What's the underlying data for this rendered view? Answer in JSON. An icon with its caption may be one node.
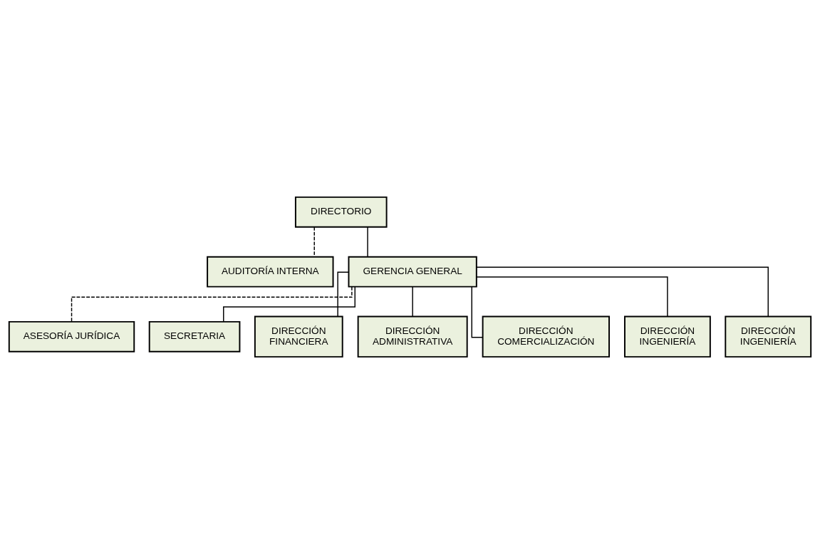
{
  "diagram": {
    "nodes": [
      {
        "text": [
          "DIRECTORIO"
        ]
      },
      {
        "text": [
          "AUDITORÍA INTERNA"
        ]
      },
      {
        "text": [
          "GERENCIA GENERAL"
        ]
      },
      {
        "text": [
          "ASESORÍA JURÍDICA"
        ]
      },
      {
        "text": [
          "SECRETARIA"
        ]
      },
      {
        "text": [
          "DIRECCIÓN FINANCIERA"
        ]
      },
      {
        "text": [
          "DIRECCIÓN ADMINISTRATIVA"
        ]
      },
      {
        "text": [
          "DIRECCIÓN COMERCIALIZACIÓN"
        ]
      },
      {
        "text": [
          "DIRECCIÓN INGENIERÍA"
        ]
      },
      {
        "text": [
          "DIRECCIÓN INGENIERÍA"
        ]
      }
    ],
    "edges": [
      {
        "from": 0,
        "to": 2,
        "arrow": "none"
      },
      {
        "from": 0,
        "to": 1,
        "arrow": "none",
        "style": "dashed"
      },
      {
        "from": 2,
        "to": 3,
        "arrow": "none",
        "style": "dashed"
      },
      {
        "from": 2,
        "to": 4,
        "arrow": "none"
      },
      {
        "from": 2,
        "to": 5,
        "arrow": "none"
      },
      {
        "from": 2,
        "to": 6,
        "arrow": "none"
      },
      {
        "from": 2,
        "to": 7,
        "arrow": "none"
      },
      {
        "from": 2,
        "to": 8,
        "arrow": "none"
      },
      {
        "from": 2,
        "to": 9,
        "arrow": "none"
      }
    ]
  }
}
